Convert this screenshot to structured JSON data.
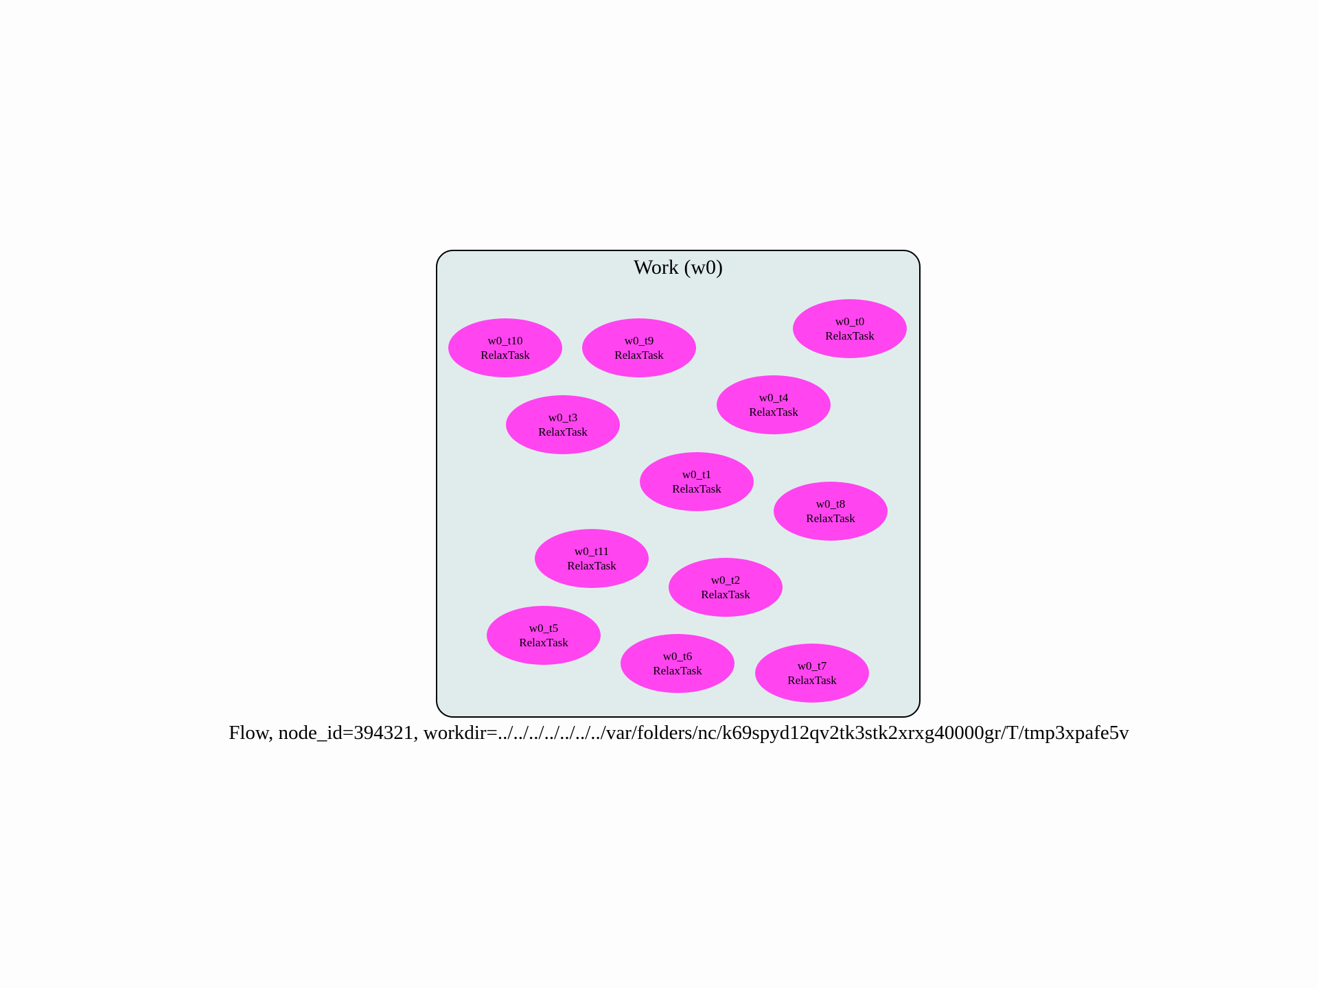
{
  "cluster": {
    "label": "Work (w0)",
    "fill": "#e0ecec",
    "stroke": "#000000"
  },
  "node_style": {
    "fill": "#ff44f0"
  },
  "nodes": [
    {
      "id": "w0_t10",
      "type": "RelaxTask"
    },
    {
      "id": "w0_t9",
      "type": "RelaxTask"
    },
    {
      "id": "w0_t0",
      "type": "RelaxTask"
    },
    {
      "id": "w0_t3",
      "type": "RelaxTask"
    },
    {
      "id": "w0_t4",
      "type": "RelaxTask"
    },
    {
      "id": "w0_t1",
      "type": "RelaxTask"
    },
    {
      "id": "w0_t8",
      "type": "RelaxTask"
    },
    {
      "id": "w0_t11",
      "type": "RelaxTask"
    },
    {
      "id": "w0_t2",
      "type": "RelaxTask"
    },
    {
      "id": "w0_t5",
      "type": "RelaxTask"
    },
    {
      "id": "w0_t6",
      "type": "RelaxTask"
    },
    {
      "id": "w0_t7",
      "type": "RelaxTask"
    }
  ],
  "caption": "Flow, node_id=394321, workdir=../../../../../../../var/folders/nc/k69spyd12qv2tk3stk2xrxg40000gr/T/tmp3xpafe5v"
}
